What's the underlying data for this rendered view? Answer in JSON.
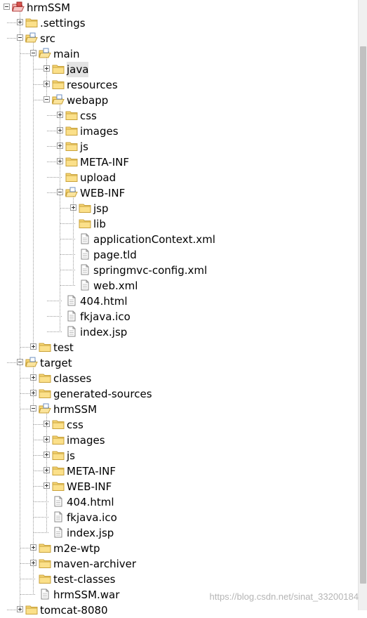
{
  "tree": [
    {
      "id": "hrmssm",
      "label": "hrmSSM",
      "depth": 0,
      "type": "project",
      "expander": "expanded"
    },
    {
      "id": "settings",
      "label": ".settings",
      "depth": 1,
      "type": "folder",
      "expander": "collapsed"
    },
    {
      "id": "src",
      "label": "src",
      "depth": 1,
      "type": "folder-open",
      "expander": "expanded"
    },
    {
      "id": "main",
      "label": "main",
      "depth": 2,
      "type": "folder-open",
      "expander": "expanded"
    },
    {
      "id": "java",
      "label": "java",
      "depth": 3,
      "type": "folder",
      "expander": "collapsed",
      "selected": true
    },
    {
      "id": "resources",
      "label": "resources",
      "depth": 3,
      "type": "folder",
      "expander": "collapsed"
    },
    {
      "id": "webapp",
      "label": "webapp",
      "depth": 3,
      "type": "folder-open",
      "expander": "expanded"
    },
    {
      "id": "css",
      "label": "css",
      "depth": 4,
      "type": "folder",
      "expander": "collapsed"
    },
    {
      "id": "images",
      "label": "images",
      "depth": 4,
      "type": "folder",
      "expander": "collapsed"
    },
    {
      "id": "js",
      "label": "js",
      "depth": 4,
      "type": "folder",
      "expander": "collapsed"
    },
    {
      "id": "meta-inf",
      "label": "META-INF",
      "depth": 4,
      "type": "folder",
      "expander": "collapsed"
    },
    {
      "id": "upload",
      "label": "upload",
      "depth": 4,
      "type": "folder",
      "expander": "none"
    },
    {
      "id": "web-inf",
      "label": "WEB-INF",
      "depth": 4,
      "type": "folder-open",
      "expander": "expanded"
    },
    {
      "id": "jsp",
      "label": "jsp",
      "depth": 5,
      "type": "folder",
      "expander": "collapsed"
    },
    {
      "id": "lib",
      "label": "lib",
      "depth": 5,
      "type": "folder",
      "expander": "none"
    },
    {
      "id": "appctx",
      "label": "applicationContext.xml",
      "depth": 5,
      "type": "file",
      "expander": "none"
    },
    {
      "id": "pagetld",
      "label": "page.tld",
      "depth": 5,
      "type": "file",
      "expander": "none"
    },
    {
      "id": "springmvc",
      "label": "springmvc-config.xml",
      "depth": 5,
      "type": "file",
      "expander": "none"
    },
    {
      "id": "webxml",
      "label": "web.xml",
      "depth": 5,
      "type": "file",
      "expander": "none"
    },
    {
      "id": "404",
      "label": "404.html",
      "depth": 4,
      "type": "file",
      "expander": "none"
    },
    {
      "id": "fkjava",
      "label": "fkjava.ico",
      "depth": 4,
      "type": "file",
      "expander": "none"
    },
    {
      "id": "indexjsp",
      "label": "index.jsp",
      "depth": 4,
      "type": "file",
      "expander": "none"
    },
    {
      "id": "test",
      "label": "test",
      "depth": 2,
      "type": "folder",
      "expander": "collapsed"
    },
    {
      "id": "target",
      "label": "target",
      "depth": 1,
      "type": "folder-open",
      "expander": "expanded"
    },
    {
      "id": "classes",
      "label": "classes",
      "depth": 2,
      "type": "folder",
      "expander": "collapsed"
    },
    {
      "id": "gensrc",
      "label": "generated-sources",
      "depth": 2,
      "type": "folder",
      "expander": "collapsed"
    },
    {
      "id": "t-hrmssm",
      "label": "hrmSSM",
      "depth": 2,
      "type": "folder-open",
      "expander": "expanded"
    },
    {
      "id": "t-css",
      "label": "css",
      "depth": 3,
      "type": "folder",
      "expander": "collapsed"
    },
    {
      "id": "t-images",
      "label": "images",
      "depth": 3,
      "type": "folder",
      "expander": "collapsed"
    },
    {
      "id": "t-js",
      "label": "js",
      "depth": 3,
      "type": "folder",
      "expander": "collapsed"
    },
    {
      "id": "t-meta",
      "label": "META-INF",
      "depth": 3,
      "type": "folder",
      "expander": "collapsed"
    },
    {
      "id": "t-webinf",
      "label": "WEB-INF",
      "depth": 3,
      "type": "folder",
      "expander": "collapsed"
    },
    {
      "id": "t-404",
      "label": "404.html",
      "depth": 3,
      "type": "file",
      "expander": "none"
    },
    {
      "id": "t-fkjava",
      "label": "fkjava.ico",
      "depth": 3,
      "type": "file",
      "expander": "none"
    },
    {
      "id": "t-index",
      "label": "index.jsp",
      "depth": 3,
      "type": "file",
      "expander": "none"
    },
    {
      "id": "m2e",
      "label": "m2e-wtp",
      "depth": 2,
      "type": "folder",
      "expander": "collapsed"
    },
    {
      "id": "mvnarch",
      "label": "maven-archiver",
      "depth": 2,
      "type": "folder",
      "expander": "collapsed"
    },
    {
      "id": "testclasses",
      "label": "test-classes",
      "depth": 2,
      "type": "folder",
      "expander": "none"
    },
    {
      "id": "war",
      "label": "hrmSSM.war",
      "depth": 2,
      "type": "file",
      "expander": "none"
    },
    {
      "id": "tomcat",
      "label": "tomcat-8080",
      "depth": 1,
      "type": "folder",
      "expander": "collapsed"
    }
  ],
  "watermark": "https://blog.csdn.net/sinat_33200184",
  "colors": {
    "folder_fill": "#f8d775",
    "folder_stroke": "#c9a23a",
    "file_stroke": "#8a8a8a",
    "project_red": "#d9534f",
    "selection": "#e3e3e3"
  }
}
